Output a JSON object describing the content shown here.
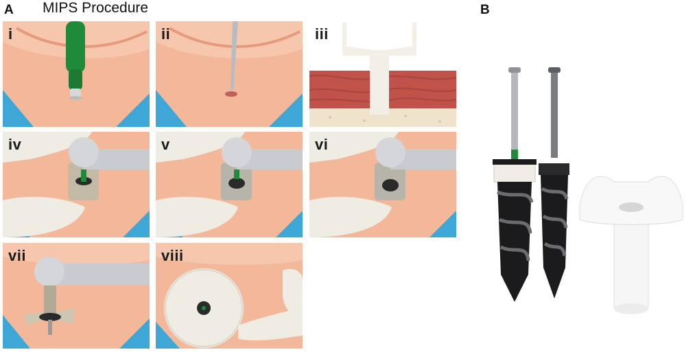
{
  "panelA": {
    "letter": "A",
    "title": "MIPS Procedure",
    "steps": [
      {
        "label": "i"
      },
      {
        "label": "ii"
      },
      {
        "label": "iii"
      },
      {
        "label": "iv"
      },
      {
        "label": "v"
      },
      {
        "label": "vi"
      },
      {
        "label": "vii"
      },
      {
        "label": "viii"
      }
    ]
  },
  "panelB": {
    "letter": "B"
  },
  "colors": {
    "skin": "#f3b79a",
    "gumFold": "#f6c6ad",
    "blueCorner": "#3ea7d6",
    "drillGreen": "#1f8a3a",
    "glove": "#efece3",
    "handpiece": "#c9cbcf",
    "muscle": "#c0524a",
    "bone": "#efe3cc",
    "drillBlack": "#1b1b1d"
  }
}
